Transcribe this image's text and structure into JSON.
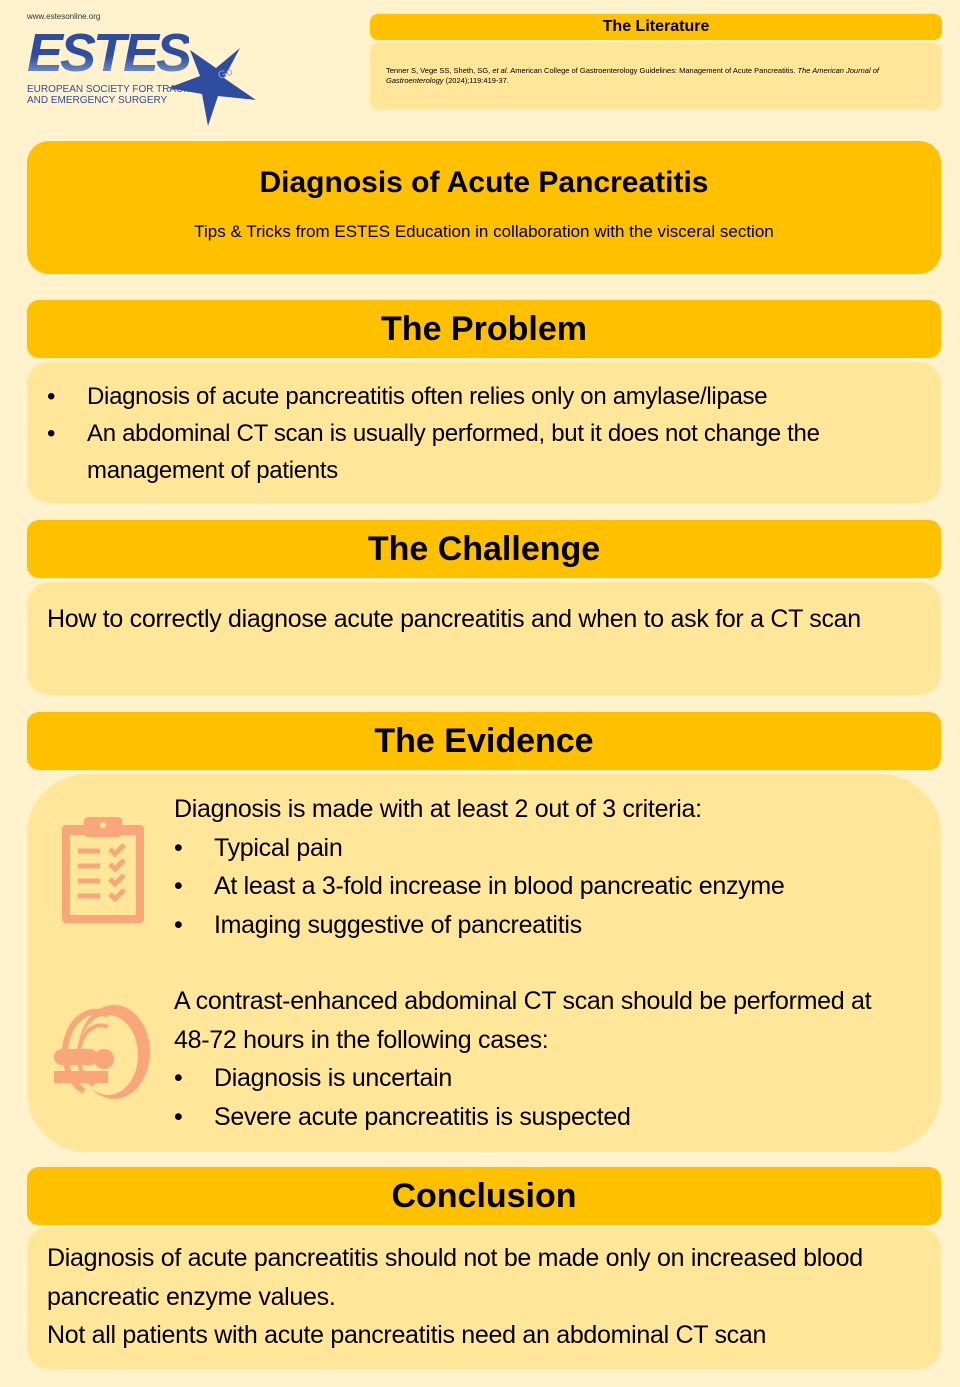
{
  "logo": {
    "url": "www.estesonline.org",
    "name": "ESTES",
    "subtitle": "EUROPEAN SOCIETY FOR TRAUMA AND EMERGENCY SURGERY",
    "badge": "Go"
  },
  "literature": {
    "title": "The Literature",
    "citation_main": "Tenner S, Vege SS, Sheth, SG, ",
    "citation_etal": "et al",
    "citation_rest": ". American College of Gastroenterology Guidelines: Management of Acute Pancreatitis. ",
    "journal": "The American Journal of Gastroenterology",
    "citation_end": " (2024);119:419-37."
  },
  "header": {
    "title": "Diagnosis of Acute Pancreatitis",
    "subtitle": "Tips & Tricks from ESTES Education in collaboration with the visceral section"
  },
  "problem": {
    "title": "The Problem",
    "items": [
      "Diagnosis of acute pancreatitis often relies only on amylase/lipase",
      " An abdominal CT scan is usually performed, but it does not change the management of patients"
    ]
  },
  "challenge": {
    "title": "The Challenge",
    "text": "How to correctly diagnose acute pancreatitis and when to ask for a CT scan"
  },
  "evidence": {
    "title": "The Evidence",
    "criteria_intro": "Diagnosis is made with at least 2 out of 3 criteria:",
    "criteria": [
      "Typical pain",
      "At least a 3-fold increase in blood pancreatic enzyme",
      "Imaging suggestive of pancreatitis"
    ],
    "ct_intro": "A contrast-enhanced abdominal CT scan should be performed at 48-72 hours in the following cases:",
    "ct_cases": [
      "Diagnosis is uncertain",
      "Severe acute pancreatitis is suspected"
    ]
  },
  "conclusion": {
    "title": "Conclusion",
    "lines": [
      "Diagnosis of acute pancreatitis should not be made only on increased blood pancreatic enzyme values.",
      "Not all patients with acute pancreatitis need an abdominal CT scan"
    ]
  },
  "colors": {
    "accent": "#ffc000",
    "box": "#ffe699",
    "background": "#fff2cc",
    "icon": "#f9a77a",
    "logo": "#2e4da0"
  }
}
